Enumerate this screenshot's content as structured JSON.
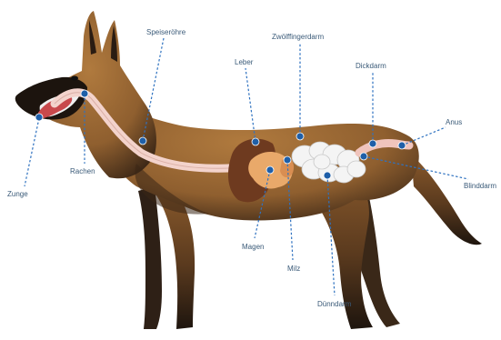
{
  "diagram": {
    "subject": "dog-digestive-system",
    "colors": {
      "fur_main": "#9b6a34",
      "fur_dark": "#1c140e",
      "esophagus": "#f3d3cc",
      "stomach": "#e9a96a",
      "liver": "#6e3a1f",
      "intestine": "#f4f4f4",
      "leader_line": "#2f72c0",
      "marker": "#1f5fa8",
      "label_text": "#3a5a78"
    },
    "labels": {
      "zunge": "Zunge",
      "rachen": "Rachen",
      "speiseroehre": "Speiseröhre",
      "leber": "Leber",
      "zwoelffingerdarm": "Zwölffingerdarm",
      "dickdarm": "Dickdarm",
      "anus": "Anus",
      "blinddarm": "Blinddarm",
      "magen": "Magen",
      "milz": "Milz",
      "duenndarm": "Dünndarm"
    }
  }
}
